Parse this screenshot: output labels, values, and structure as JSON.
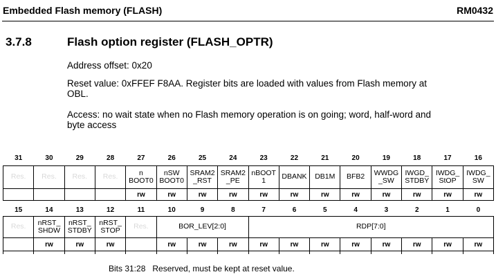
{
  "header": {
    "title": "Embedded Flash memory (FLASH)",
    "doc_id": "RM0432"
  },
  "section": {
    "number": "3.7.8",
    "title": "Flash option register (FLASH_OPTR)"
  },
  "paragraphs": [
    "Address offset: 0x20",
    "Reset value: 0xFFEF F8AA. Register bits are loaded with values from Flash memory at\nOBL.",
    "Access: no wait state when no Flash memory operation is on going; word, half-word and\nbyte access"
  ],
  "register_tables": [
    {
      "name": "bits-31-16",
      "bits": [
        "31",
        "30",
        "29",
        "28",
        "27",
        "26",
        "25",
        "24",
        "23",
        "22",
        "21",
        "20",
        "19",
        "18",
        "17",
        "16"
      ],
      "fields": [
        {
          "label": "Res.",
          "span": 1,
          "reserved": true
        },
        {
          "label": "Res.",
          "span": 1,
          "reserved": true
        },
        {
          "label": "Res.",
          "span": 1,
          "reserved": true
        },
        {
          "label": "Res.",
          "span": 1,
          "reserved": true
        },
        {
          "label": "n\nBOOT0",
          "span": 1,
          "reserved": false
        },
        {
          "label": "nSW\nBOOT0",
          "span": 1,
          "reserved": false
        },
        {
          "label": "SRAM2\n_RST",
          "span": 1,
          "reserved": false
        },
        {
          "label": "SRAM2\n_PE",
          "span": 1,
          "reserved": false
        },
        {
          "label": "nBOOT\n1",
          "span": 1,
          "reserved": false
        },
        {
          "label": "DBANK",
          "span": 1,
          "reserved": false
        },
        {
          "label": "DB1M",
          "span": 1,
          "reserved": false
        },
        {
          "label": "BFB2",
          "span": 1,
          "reserved": false
        },
        {
          "label": "WWDG\n_SW",
          "span": 1,
          "reserved": false
        },
        {
          "label": "IWGD_\nSTDBY",
          "span": 1,
          "reserved": false
        },
        {
          "label": "IWDG_\nStOP",
          "span": 1,
          "reserved": false
        },
        {
          "label": "IWDG_\nSW",
          "span": 1,
          "reserved": false
        }
      ],
      "access": [
        "",
        "",
        "",
        "",
        "rw",
        "rw",
        "rw",
        "rw",
        "rw",
        "rw",
        "rw",
        "rw",
        "rw",
        "rw",
        "rw",
        "rw"
      ],
      "bottom_ticks": false
    },
    {
      "name": "bits-15-0",
      "bits": [
        "15",
        "14",
        "13",
        "12",
        "11",
        "10",
        "9",
        "8",
        "7",
        "6",
        "5",
        "4",
        "3",
        "2",
        "1",
        "0"
      ],
      "fields": [
        {
          "label": "Res.",
          "span": 1,
          "reserved": true
        },
        {
          "label": "nRST_\nSHDW",
          "span": 1,
          "reserved": false
        },
        {
          "label": "nRST_\nSTDBY",
          "span": 1,
          "reserved": false
        },
        {
          "label": "nRST_\nSTOP",
          "span": 1,
          "reserved": false
        },
        {
          "label": "Res.",
          "span": 1,
          "reserved": true
        },
        {
          "label": "BOR_LEV[2:0]",
          "span": 3,
          "reserved": false
        },
        {
          "label": "RDP[7:0]",
          "span": 8,
          "reserved": false
        }
      ],
      "access": [
        "",
        "rw",
        "rw",
        "rw",
        "",
        "rw",
        "rw",
        "rw",
        "rw",
        "rw",
        "rw",
        "rw",
        "rw",
        "rw",
        "rw",
        "rw"
      ],
      "bottom_ticks": true
    }
  ],
  "footnote": {
    "bits_label": "Bits 31:28",
    "text": "Reserved, must be kept at reset value."
  },
  "colors": {
    "text": "#000000",
    "reserved_text": "#d9d9d9",
    "border": "#000000",
    "background": "#ffffff"
  }
}
